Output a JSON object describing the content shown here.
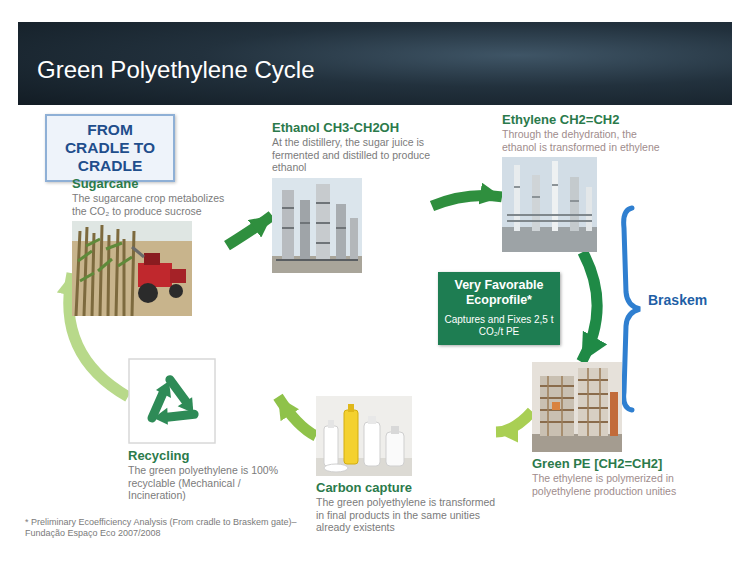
{
  "diagram": {
    "title": "Green Polyethylene Cycle",
    "nodes": [
      {
        "text": [
          "FROM CRADLE TO CRADLE"
        ]
      },
      {
        "text": [
          "Sugarcane",
          "The sugarcane crop metabolizes the CO₂ to produce sucrose"
        ]
      },
      {
        "text": [
          "Ethanol CH3-CH2OH",
          "At the distillery, the sugar juice is fermented and distilled to produce ethanol"
        ]
      },
      {
        "text": [
          "Ethylene CH2=CH2",
          "Through the dehydration, the ethanol is transformed in ethylene"
        ]
      },
      {
        "text": [
          "Very Favorable Ecoprofile*",
          "Captures and Fixes 2,5 t CO₂/t PE"
        ]
      },
      {
        "text": [
          "Green PE [CH2=CH2]",
          "The ethylene is polymerized in polyethylene production unities"
        ]
      },
      {
        "text": [
          "Carbon capture",
          "The green polyethylene is transformed in final products in the same unities already existents"
        ]
      },
      {
        "text": [
          "Recycling",
          "The green polyethylene is 100% recyclable (Mechanical / Incineration)"
        ]
      }
    ],
    "edges": [
      {
        "from": 1,
        "to": 2,
        "arrow": "to"
      },
      {
        "from": 2,
        "to": 3,
        "arrow": "to"
      },
      {
        "from": 3,
        "to": 5,
        "arrow": "to"
      },
      {
        "from": 5,
        "to": 6,
        "arrow": "to"
      },
      {
        "from": 6,
        "to": 7,
        "arrow": "to"
      },
      {
        "from": 7,
        "to": 1,
        "arrow": "to"
      }
    ],
    "labels": [
      "Braskem",
      "* Preliminary Ecoefficiency Analysis (From cradle to Braskem gate)– Fundação Espaço Eco 2007/2008"
    ]
  }
}
